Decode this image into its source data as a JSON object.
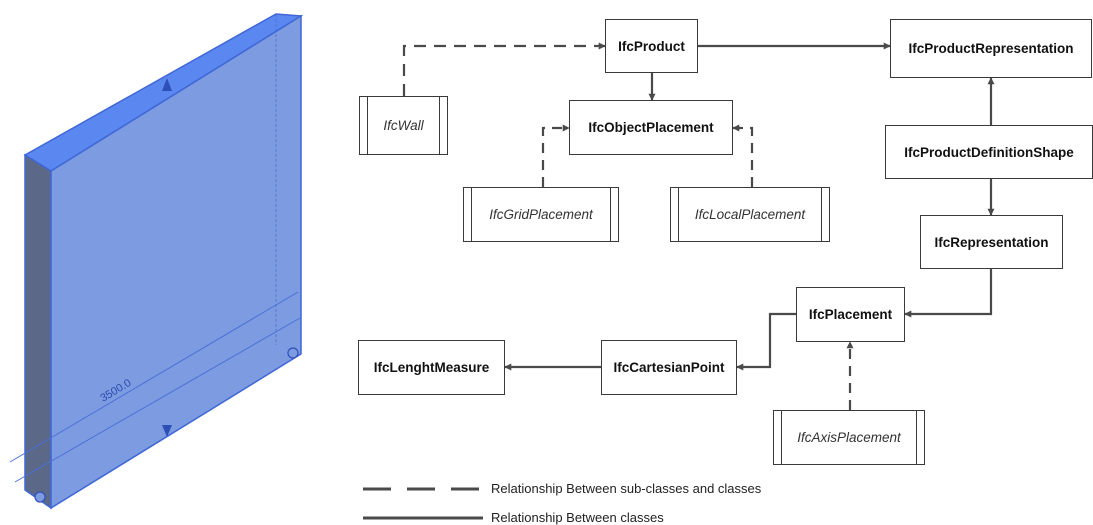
{
  "wall_model": {
    "dimension_label": "3500.0",
    "colors": {
      "front": "#7d9be0",
      "top": "#5b87f0",
      "side": "#5b6888",
      "edge": "#3f67d6"
    }
  },
  "diagram": {
    "nodes": {
      "ifc_product": "IfcProduct",
      "ifc_product_representation": "IfcProductRepresentation",
      "ifc_wall": "IfcWall",
      "ifc_object_placement": "IfcObjectPlacement",
      "ifc_product_definition_shape": "IfcProductDefinitionShape",
      "ifc_grid_placement": "IfcGridPlacement",
      "ifc_local_placement": "IfcLocalPlacement",
      "ifc_representation": "IfcRepresentation",
      "ifc_placement": "IfcPlacement",
      "ifc_lenght_measure": "IfcLenghtMeasure",
      "ifc_cartesian_point": "IfcCartesianPoint",
      "ifc_axis_placement": "IfcAxisPlacement"
    },
    "edges": [
      {
        "from": "ifc_wall",
        "to": "ifc_product",
        "kind": "subclass"
      },
      {
        "from": "ifc_product",
        "to": "ifc_product_representation",
        "kind": "relationship"
      },
      {
        "from": "ifc_product",
        "to": "ifc_object_placement",
        "kind": "relationship"
      },
      {
        "from": "ifc_grid_placement",
        "to": "ifc_object_placement",
        "kind": "subclass"
      },
      {
        "from": "ifc_local_placement",
        "to": "ifc_object_placement",
        "kind": "subclass"
      },
      {
        "from": "ifc_product_definition_shape",
        "to": "ifc_product_representation",
        "kind": "relationship"
      },
      {
        "from": "ifc_product_definition_shape",
        "to": "ifc_representation",
        "kind": "relationship"
      },
      {
        "from": "ifc_representation",
        "to": "ifc_placement",
        "kind": "relationship"
      },
      {
        "from": "ifc_placement",
        "to": "ifc_cartesian_point",
        "kind": "relationship"
      },
      {
        "from": "ifc_cartesian_point",
        "to": "ifc_lenght_measure",
        "kind": "relationship"
      },
      {
        "from": "ifc_axis_placement",
        "to": "ifc_placement",
        "kind": "subclass"
      }
    ],
    "legend": {
      "dashed": "Relationship Between sub-classes and classes",
      "solid": "Relationship Between classes"
    }
  }
}
